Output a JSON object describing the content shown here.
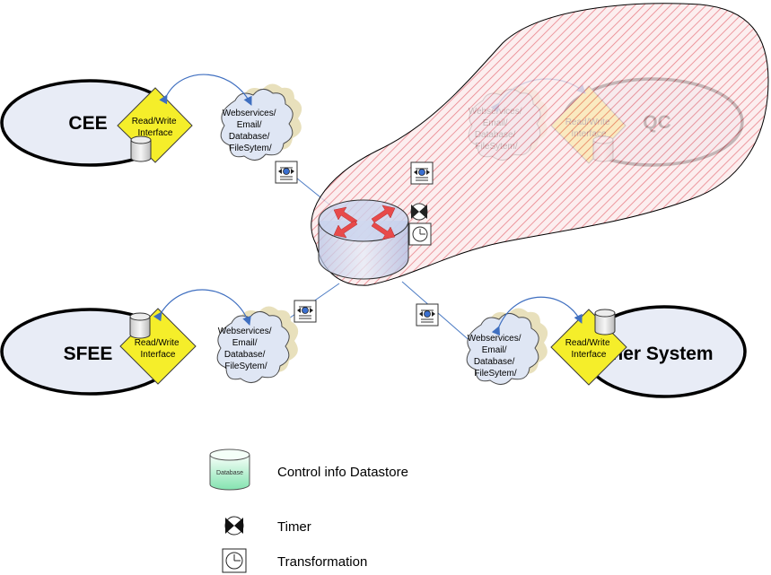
{
  "systems": {
    "cee": "CEE",
    "qc": "QC",
    "sfee": "SFEE",
    "other": "her System"
  },
  "interface_label": [
    "Read/Write",
    "Interface"
  ],
  "cloud_label": [
    "Webservices/",
    "Email/",
    "Database/",
    "FileSytem/"
  ],
  "legend": {
    "database_icon_text": "Database",
    "datastore": "Control info Datastore",
    "timer": "Timer",
    "transformation": "Transformation"
  },
  "colors": {
    "system_fill": "#e8ecf6",
    "interface_fill": "#f5ee2a",
    "cloud_fill": "#dfe6f4",
    "hatch": "#e3606a",
    "connector": "#3f6fc0"
  }
}
